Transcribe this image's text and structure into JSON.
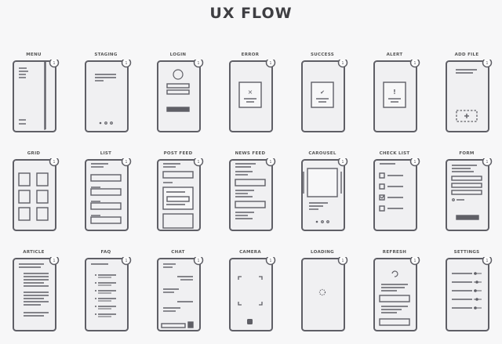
{
  "title": "UX FLOW",
  "colors": {
    "stroke": "#5f5f66",
    "fill": "#f0f0f2",
    "badge": "#ffffff"
  },
  "badge_text": "1",
  "rows": [
    [
      {
        "label": "MENU",
        "type": "menu"
      },
      {
        "label": "STAGING",
        "type": "staging"
      },
      {
        "label": "LOGIN",
        "type": "login"
      },
      {
        "label": "ERROR",
        "type": "error"
      },
      {
        "label": "SUCCESS",
        "type": "success"
      },
      {
        "label": "ALERT",
        "type": "alert"
      },
      {
        "label": "ADD FILE",
        "type": "addfile"
      }
    ],
    [
      {
        "label": "GRID",
        "type": "grid"
      },
      {
        "label": "LIST",
        "type": "list"
      },
      {
        "label": "POST FEED",
        "type": "postfeed"
      },
      {
        "label": "NEWS FEED",
        "type": "newsfeed"
      },
      {
        "label": "CAROUSEL",
        "type": "carousel"
      },
      {
        "label": "CHECK LIST",
        "type": "checklist"
      },
      {
        "label": "FORM",
        "type": "form"
      }
    ],
    [
      {
        "label": "ARTICLE",
        "type": "article"
      },
      {
        "label": "FAQ",
        "type": "faq"
      },
      {
        "label": "CHAT",
        "type": "chat"
      },
      {
        "label": "CAMERA",
        "type": "camera"
      },
      {
        "label": "LOADING",
        "type": "loading"
      },
      {
        "label": "REFRESH",
        "type": "refresh"
      },
      {
        "label": "SETTINGS",
        "type": "settings"
      }
    ]
  ]
}
